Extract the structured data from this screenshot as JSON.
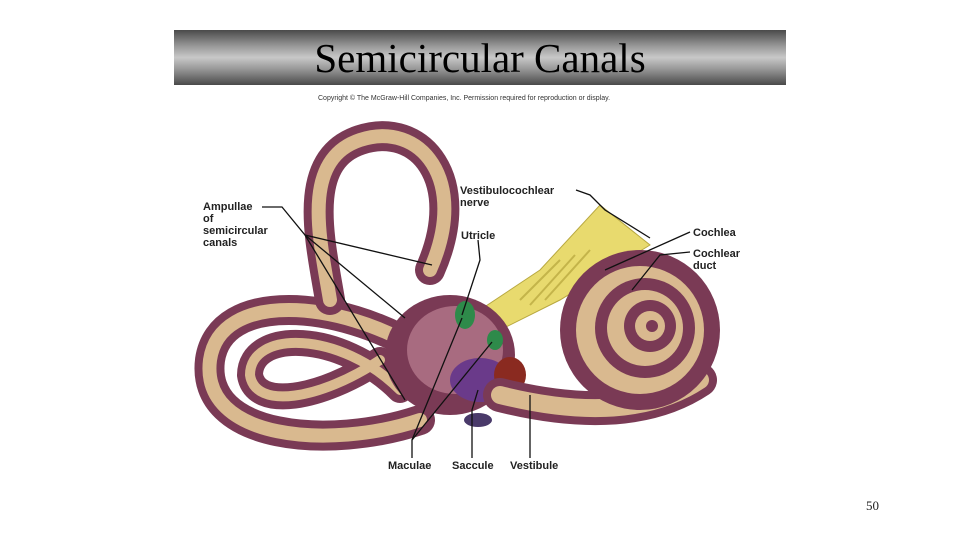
{
  "slide": {
    "title": "Semicircular Canals",
    "copyright": "Copyright © The McGraw-Hill Companies, Inc. Permission required for reproduction or display.",
    "page_number": "50"
  },
  "labels": {
    "ampullae": "Ampullae\nof\nsemicircular\ncanals",
    "vestibulocochlear": "Vestibulocochlear\nnerve",
    "utricle": "Utricle",
    "cochlea": "Cochlea",
    "cochlear_duct": "Cochlear\nduct",
    "maculae": "Maculae",
    "saccule": "Saccule",
    "vestibule": "Vestibule"
  },
  "colors": {
    "canal_outer": "#7a3a55",
    "canal_inner": "#d9b98f",
    "nerve": "#e8da6e",
    "macula_green": "#2e8a4a",
    "saccule_purple": "#6a3a8a",
    "vestibule_red": "#8a2a20"
  }
}
